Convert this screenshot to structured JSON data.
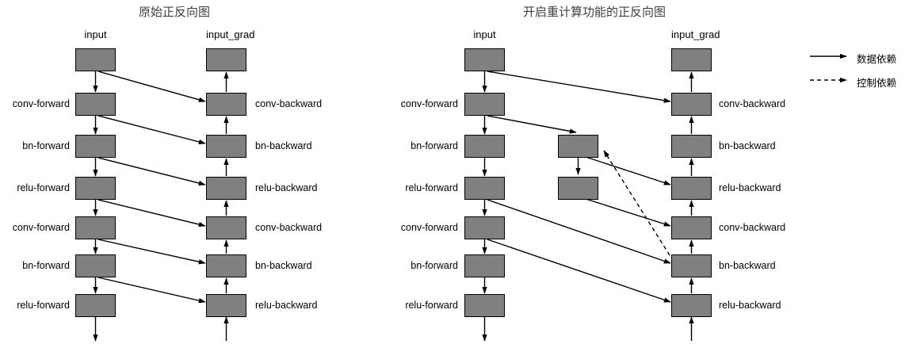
{
  "figure": {
    "legend": {
      "items": [
        {
          "label": "数据依赖",
          "style": "solid",
          "color": "#000000"
        },
        {
          "label": "控制依赖",
          "style": "dashed",
          "color": "#000000"
        }
      ]
    },
    "node_color": "#808080",
    "border_color": "#000000"
  },
  "panels": [
    {
      "title": "原始正反向图",
      "forward_header": "input",
      "backward_header": "input_grad",
      "forward_labels": [
        "conv-forward",
        "bn-forward",
        "relu-forward",
        "conv-forward",
        "bn-forward",
        "relu-forward"
      ],
      "backward_labels": [
        "conv-backward",
        "bn-backward",
        "relu-backward",
        "conv-backward",
        "bn-backward",
        "relu-backward"
      ],
      "recompute_labels": []
    },
    {
      "title": "开启重计算功能的正反向图",
      "forward_header": "input",
      "backward_header": "input_grad",
      "forward_labels": [
        "conv-forward",
        "bn-forward",
        "relu-forward",
        "conv-forward",
        "bn-forward",
        "relu-forward"
      ],
      "backward_labels": [
        "conv-backward",
        "bn-backward",
        "relu-backward",
        "conv-backward",
        "bn-backward",
        "relu-backward"
      ],
      "recompute_labels": [
        "",
        ""
      ]
    }
  ]
}
